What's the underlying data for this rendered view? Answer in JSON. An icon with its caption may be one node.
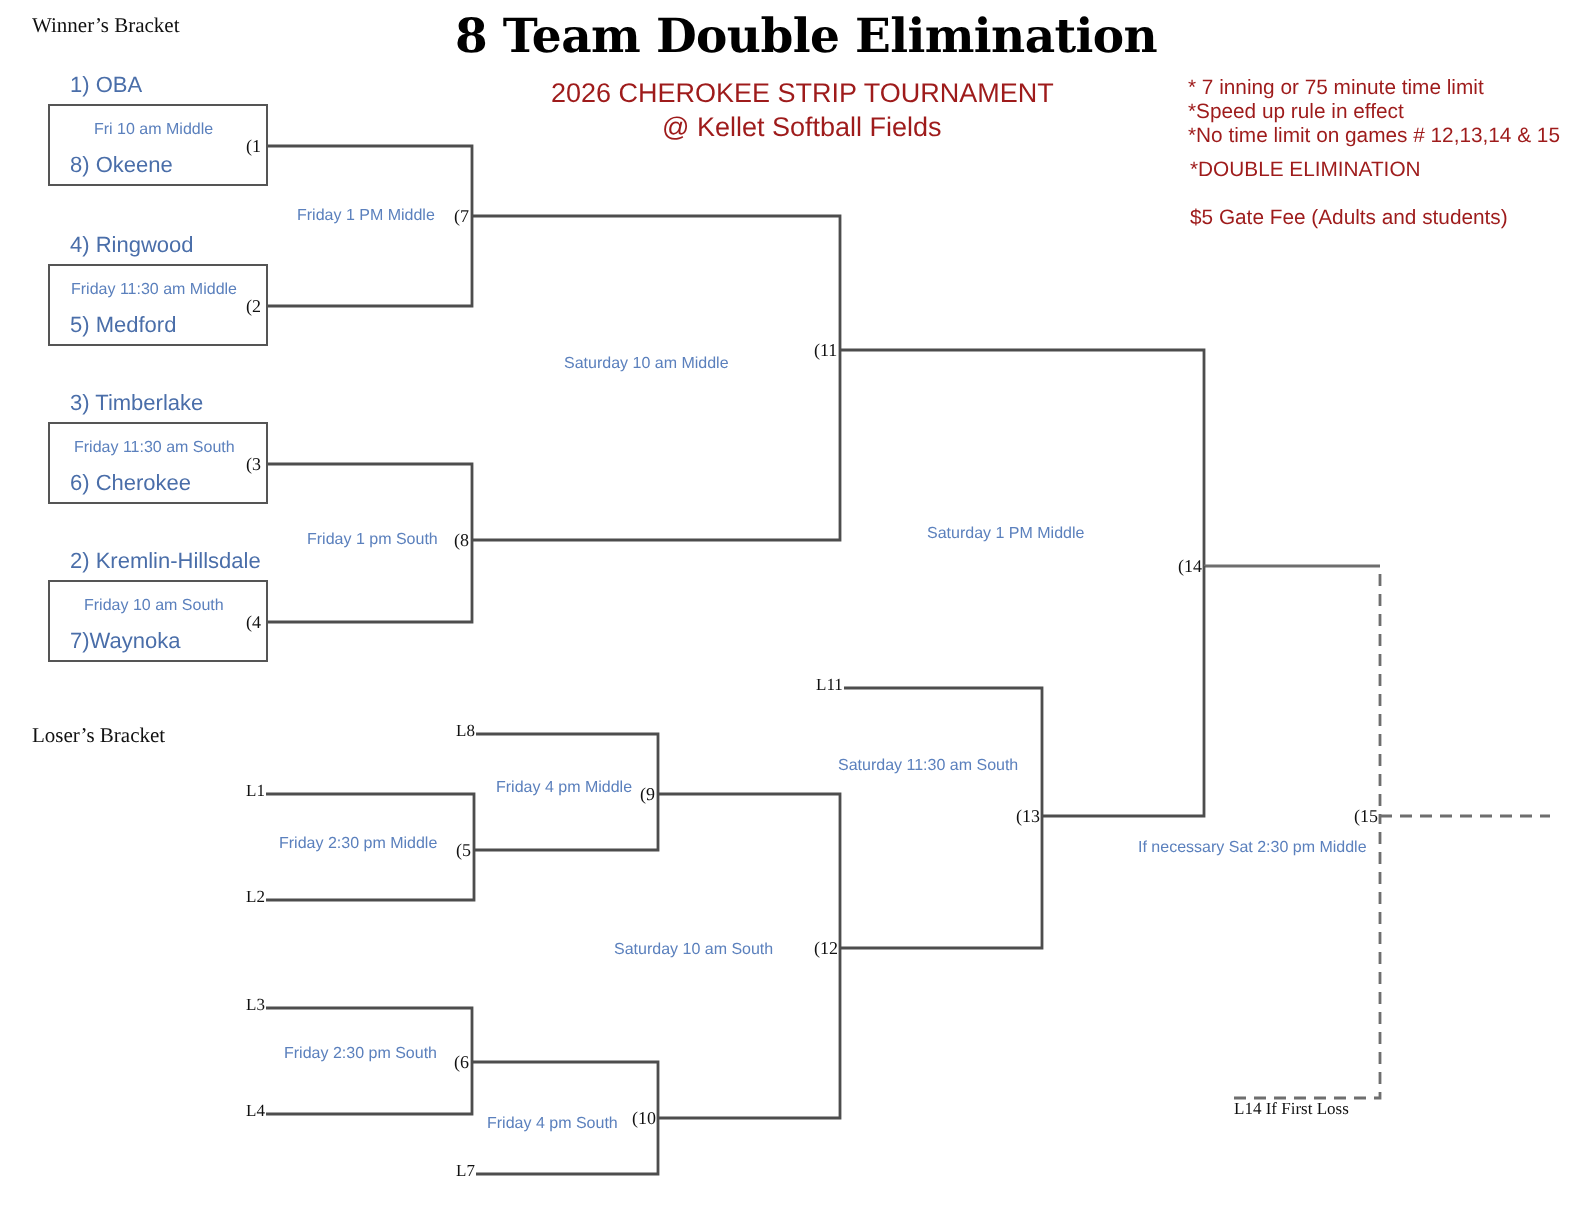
{
  "diagram": {
    "title": "8 Team Double Elimination",
    "nodes": [
      {
        "text": [
          "1) OBA",
          "Fri 10 am Middle",
          "8) Okeene",
          "(1"
        ]
      },
      {
        "text": [
          "4) Ringwood",
          "Friday 11:30 am Middle",
          "5) Medford",
          "(2"
        ]
      },
      {
        "text": [
          "3) Timberlake",
          "Friday 11:30 am South",
          "6) Cherokee",
          "(3"
        ]
      },
      {
        "text": [
          "2) Kremlin-Hillsdale",
          "Friday 10 am South",
          "7)Waynoka",
          "(4"
        ]
      },
      {
        "text": [
          "(7"
        ],
        "beside": [
          "Friday 1 PM Middle"
        ]
      },
      {
        "text": [
          "(8"
        ],
        "beside": [
          "Friday 1 pm South"
        ]
      },
      {
        "text": [
          "(11"
        ]
      },
      {
        "text": [
          "(14"
        ]
      },
      {
        "text": [
          "(15"
        ],
        "beside": [
          "If necessary Sat 2:30 pm Middle"
        ]
      },
      {
        "text": [
          "L8"
        ]
      },
      {
        "text": [
          "L1"
        ]
      },
      {
        "text": [
          "L2"
        ]
      },
      {
        "text": [
          "(5"
        ],
        "beside": [
          "Friday 2:30 pm Middle"
        ]
      },
      {
        "text": [
          "(9"
        ],
        "beside": [
          "Friday 4 pm Middle"
        ]
      },
      {
        "text": [
          "L3"
        ]
      },
      {
        "text": [
          "L4"
        ]
      },
      {
        "text": [
          "(6"
        ],
        "beside": [
          "Friday 2:30 pm South"
        ]
      },
      {
        "text": [
          "L7"
        ]
      },
      {
        "text": [
          "(10"
        ],
        "beside": [
          "Friday 4 pm South"
        ]
      },
      {
        "text": [
          "(12"
        ],
        "beside": [
          "Saturday 10 am South"
        ]
      },
      {
        "text": [
          "L11"
        ]
      },
      {
        "text": [
          "(13"
        ],
        "beside": [
          "Saturday 11:30 am South"
        ]
      },
      {
        "text": [
          "L14 If First Loss"
        ]
      }
    ],
    "edges": [
      {
        "from": 0,
        "to": 4,
        "arrow": "none"
      },
      {
        "from": 1,
        "to": 4,
        "arrow": "none"
      },
      {
        "from": 2,
        "to": 5,
        "arrow": "none"
      },
      {
        "from": 3,
        "to": 5,
        "arrow": "none"
      },
      {
        "from": 4,
        "to": 6,
        "arrow": "none"
      },
      {
        "from": 5,
        "to": 6,
        "arrow": "none"
      },
      {
        "from": 6,
        "to": 7,
        "arrow": "none"
      },
      {
        "from": 7,
        "to": 8,
        "arrow": "none",
        "style": "dashed"
      },
      {
        "from": 8,
        "to": null,
        "arrow": "none",
        "style": "dashed"
      },
      {
        "from": 9,
        "to": 13,
        "arrow": "none"
      },
      {
        "from": 10,
        "to": 12,
        "arrow": "none"
      },
      {
        "from": 11,
        "to": 12,
        "arrow": "none"
      },
      {
        "from": 12,
        "to": 13,
        "arrow": "none"
      },
      {
        "from": 14,
        "to": 16,
        "arrow": "none"
      },
      {
        "from": 15,
        "to": 16,
        "arrow": "none"
      },
      {
        "from": 16,
        "to": 18,
        "arrow": "none"
      },
      {
        "from": 17,
        "to": 18,
        "arrow": "none"
      },
      {
        "from": 13,
        "to": 19,
        "arrow": "none"
      },
      {
        "from": 18,
        "to": 19,
        "arrow": "none"
      },
      {
        "from": 20,
        "to": 21,
        "arrow": "none"
      },
      {
        "from": 19,
        "to": 21,
        "arrow": "none"
      },
      {
        "from": 21,
        "to": 7,
        "arrow": "none"
      },
      {
        "from": 22,
        "to": 8,
        "arrow": "none",
        "style": "dashed"
      }
    ],
    "labels": [
      "Winner’s Bracket",
      "2026 CHEROKEE STRIP TOURNAMENT",
      "@ Kellet Softball Fields",
      "* 7 inning or 75 minute time limit",
      "*Speed up rule in effect",
      "*No time limit on games # 12,13,14 & 15",
      "*DOUBLE ELIMINATION",
      "$5 Gate Fee (Adults and students)",
      "Saturday 10 am Middle",
      "Saturday 1 PM Middle",
      "Loser’s Bracket"
    ]
  }
}
